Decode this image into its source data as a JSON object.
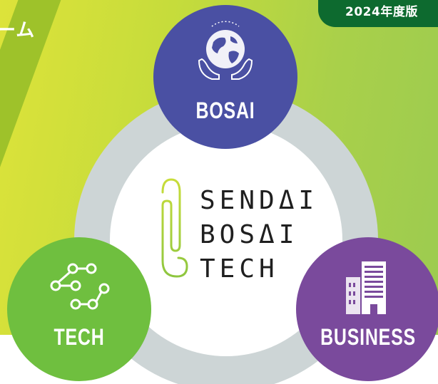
{
  "header": {
    "top_left_fragment": "ーム",
    "edition_badge": "2024年度版"
  },
  "logo": {
    "lines": [
      "SENDΔI",
      "BOSΔI",
      "TECH"
    ]
  },
  "nodes": {
    "bosai": {
      "label": "BOSAI",
      "icon": "globe-in-hands-icon",
      "color": "#4a50a3"
    },
    "tech": {
      "label": "TECH",
      "icon": "network-nodes-icon",
      "color": "#6fbf3f"
    },
    "business": {
      "label": "BUSINESS",
      "icon": "buildings-icon",
      "color": "#7a4a9c"
    }
  },
  "colors": {
    "background_gradient_start": "#dde33a",
    "background_gradient_end": "#9ccb50",
    "badge": "#0d6a2f",
    "ring": "#cdd5d6"
  }
}
